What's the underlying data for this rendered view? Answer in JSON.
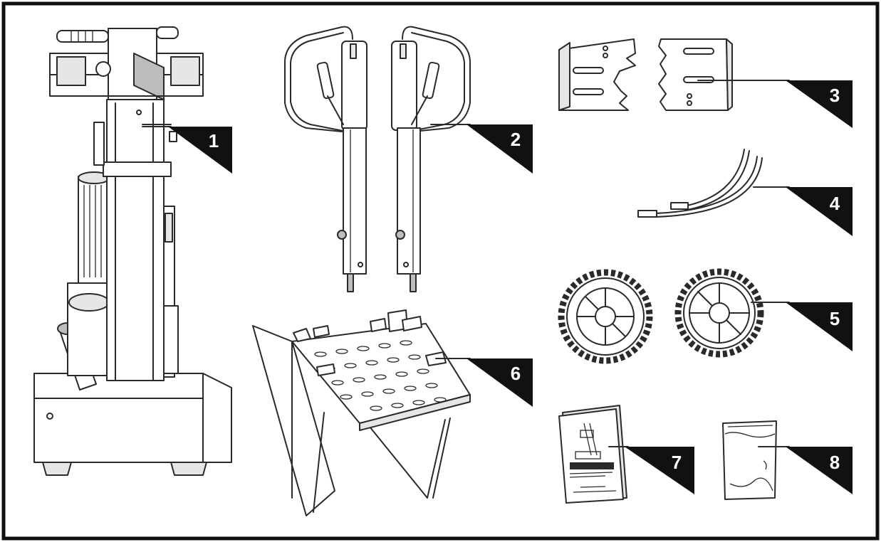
{
  "colors": {
    "frame": "#111111",
    "line": "#2a2a2a",
    "callout": "#111111",
    "background": "#ffffff"
  },
  "parts": [
    {
      "number": "1",
      "icon": "log-splitter-body-icon"
    },
    {
      "number": "2",
      "icon": "control-handles-icon"
    },
    {
      "number": "3",
      "icon": "mounting-brackets-icon"
    },
    {
      "number": "4",
      "icon": "cable-pair-icon"
    },
    {
      "number": "5",
      "icon": "wheels-icon"
    },
    {
      "number": "6",
      "icon": "log-table-icon"
    },
    {
      "number": "7",
      "icon": "instruction-manual-icon"
    },
    {
      "number": "8",
      "icon": "hardware-bag-icon"
    }
  ]
}
